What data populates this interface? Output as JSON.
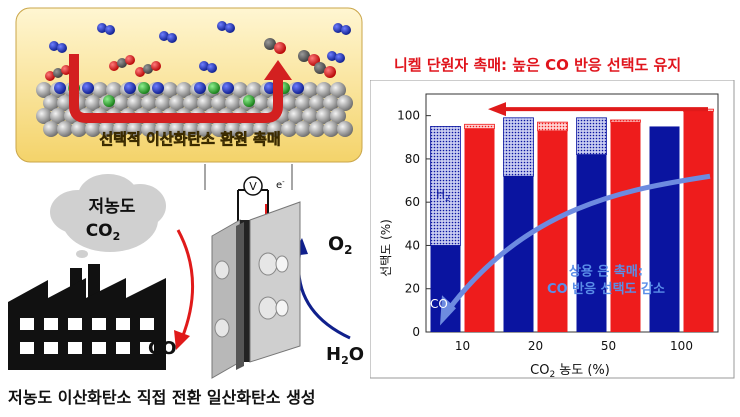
{
  "catalyst_panel": {
    "label": "선택적 이산화탄소 환원 촉매"
  },
  "left_diagram": {
    "source_label_line1": "저농도",
    "source_label_line2": "CO",
    "source_label_sub": "2",
    "product_co": "CO",
    "product_o2": "O",
    "product_o2_sub": "2",
    "reactant_h2o_h": "H",
    "reactant_h2o_sub": "2",
    "reactant_h2o_o": "O",
    "voltmeter": "V",
    "electron": "e",
    "electron_sup": "-"
  },
  "caption": "저농도 이산화탄소 직접 전환 일산화탄소 생성",
  "chart_title": "니켈 단원자 촉매: 높은 CO 반응 선택도 유지",
  "chart_data": {
    "type": "bar",
    "ylabel": "선택도 (%)",
    "xlabel_main": "CO",
    "xlabel_sub": "2",
    "xlabel_rest": " 농도 (%)",
    "ylim": [
      0,
      110
    ],
    "yticks": [
      0,
      20,
      40,
      60,
      80,
      100
    ],
    "categories": [
      "10",
      "20",
      "50",
      "100"
    ],
    "series": [
      {
        "name": "CO",
        "catalyst": "commercial",
        "color": "#0a14a0",
        "values": [
          40,
          72,
          82,
          95
        ],
        "h2_values": [
          55,
          27,
          17,
          0
        ]
      },
      {
        "catalyst": "nickel",
        "color": "#ee1c1c",
        "values": [
          94,
          93,
          97,
          102
        ],
        "h2_values": [
          2,
          4,
          1,
          1
        ]
      }
    ],
    "annotations": {
      "h2_label": "H",
      "h2_sub": "2",
      "co_label": "CO",
      "commercial_line1": "상용 은 촉매:",
      "commercial_line2": "CO 반응 선택도 감소"
    }
  }
}
